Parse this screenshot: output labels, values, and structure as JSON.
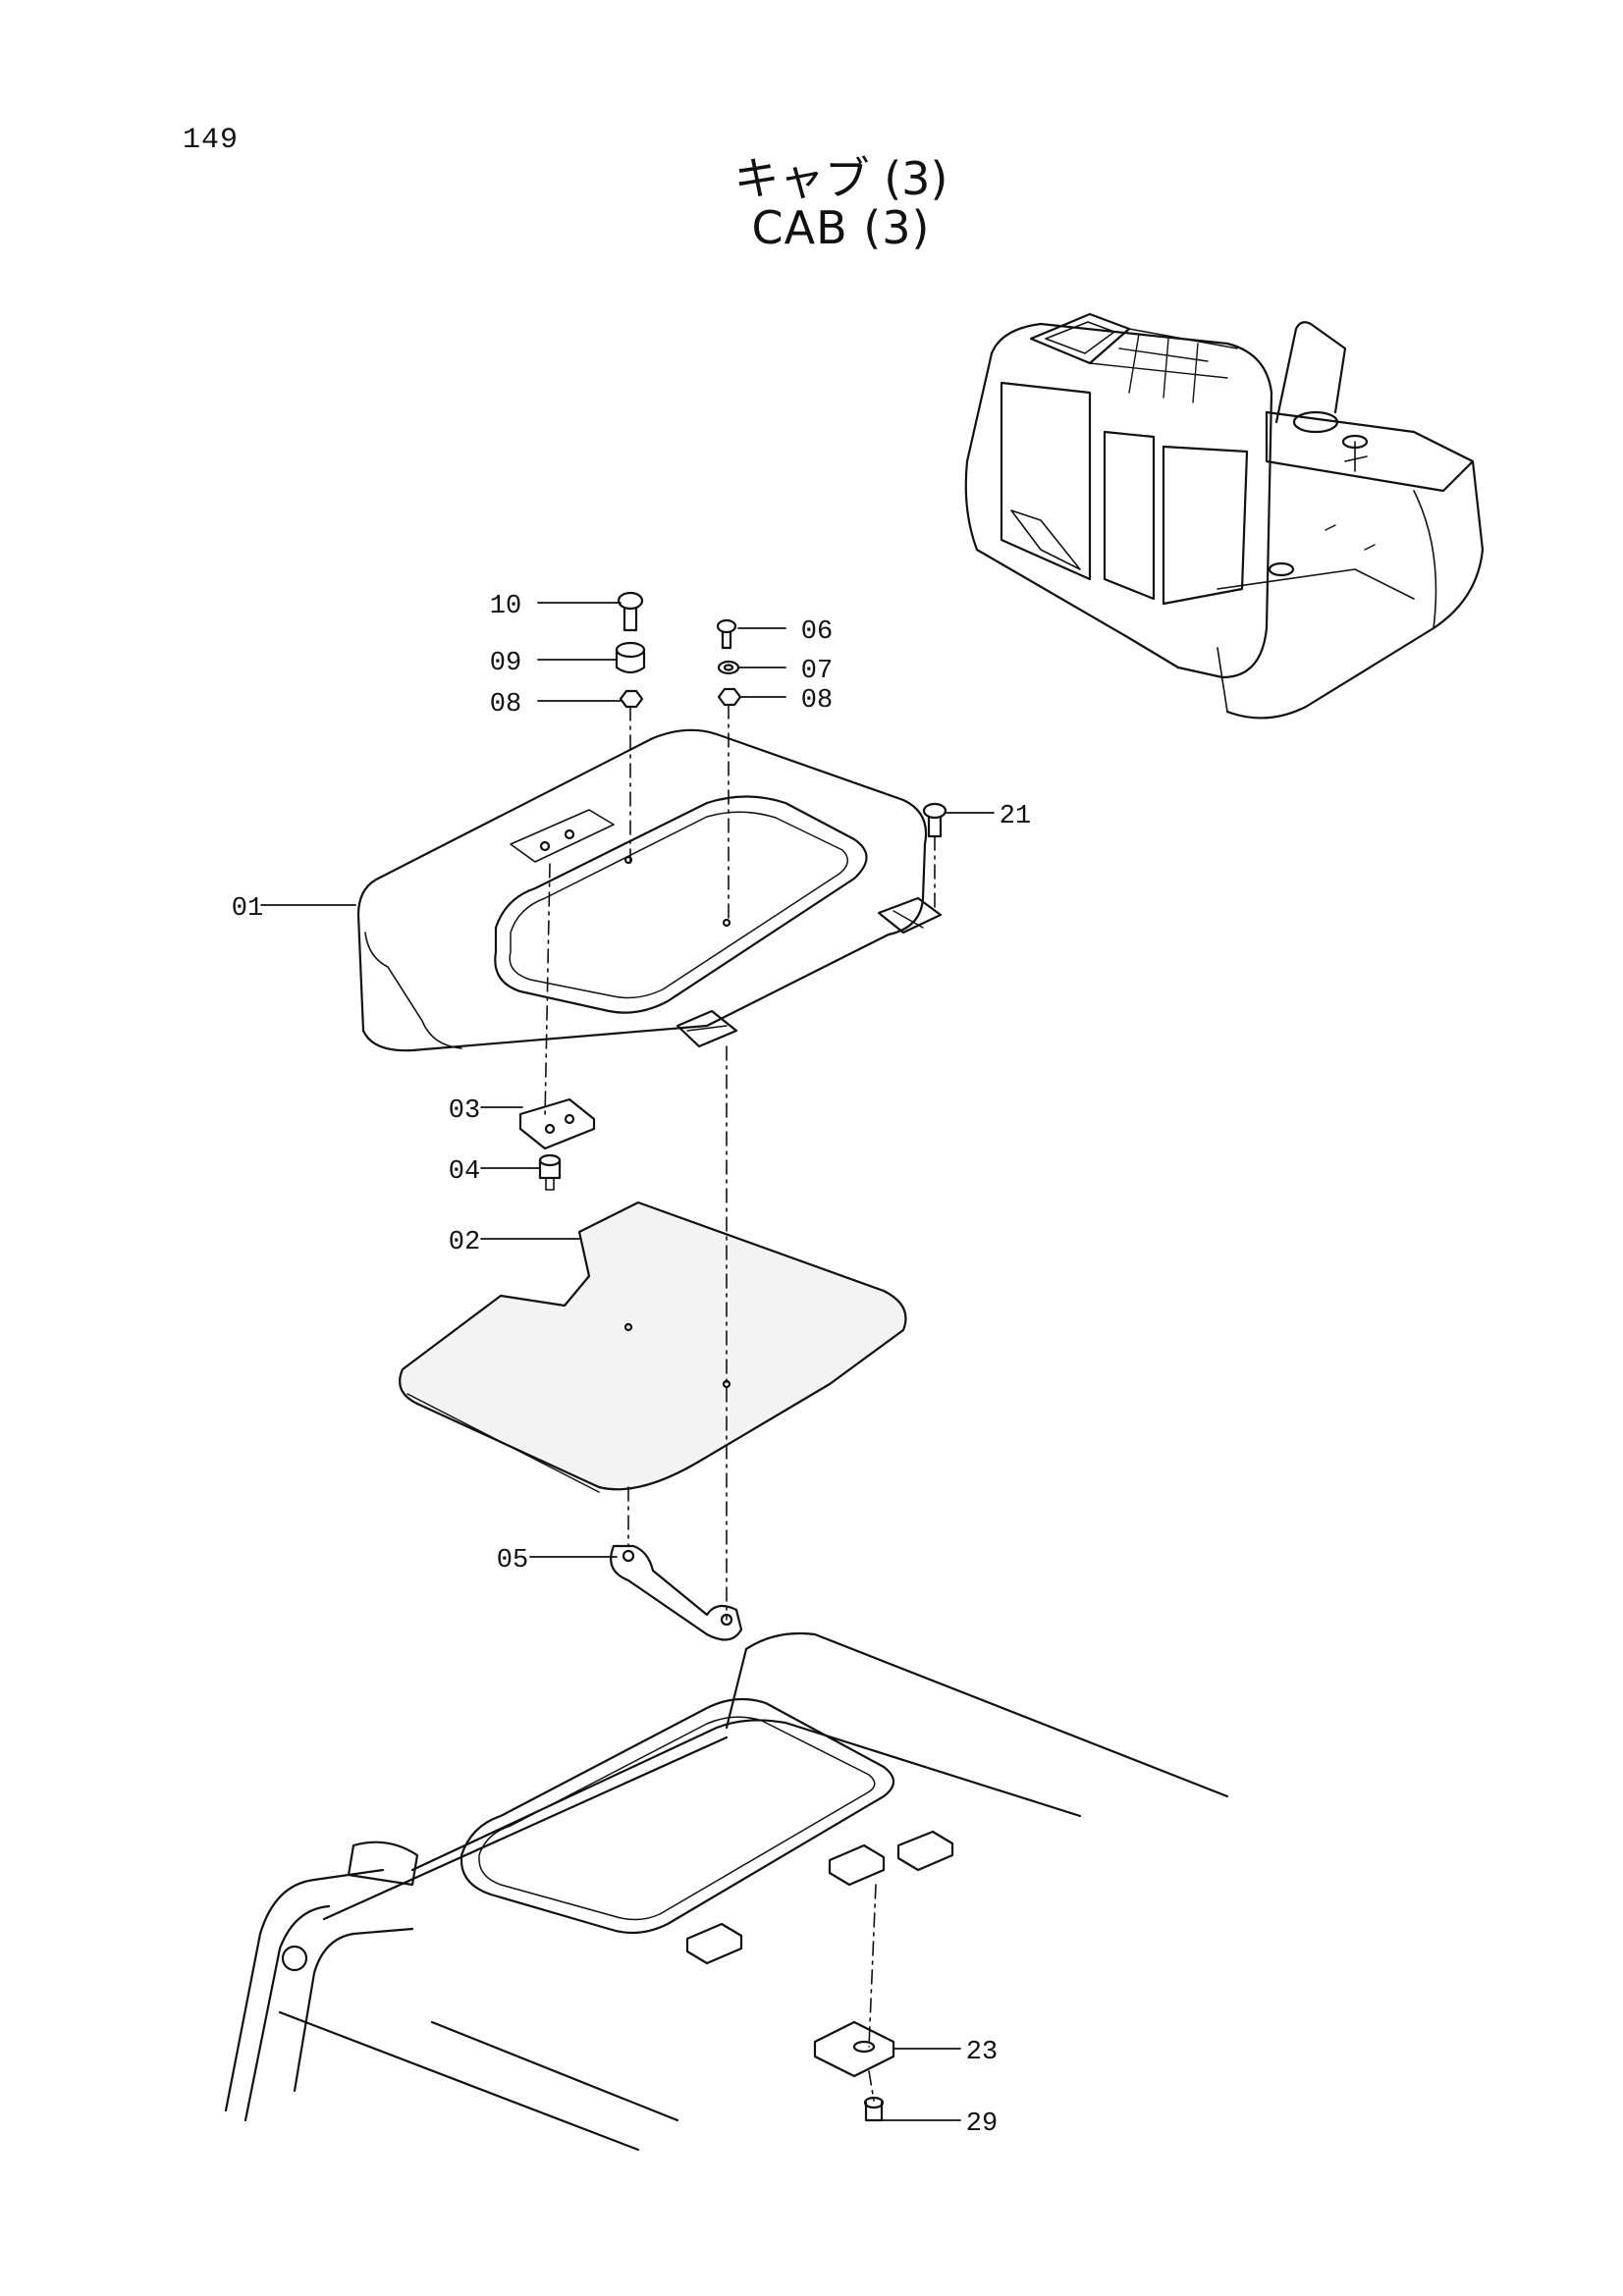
{
  "page_number": "149",
  "title_jp": "キャブ (3)",
  "title_en": "CAB (3)",
  "callouts": {
    "c01": "01",
    "c02": "02",
    "c03": "03",
    "c04": "04",
    "c05": "05",
    "c06": "06",
    "c07": "07",
    "c08a": "08",
    "c08b": "08",
    "c09": "09",
    "c10": "10",
    "c21": "21",
    "c23": "23",
    "c29": "29"
  }
}
